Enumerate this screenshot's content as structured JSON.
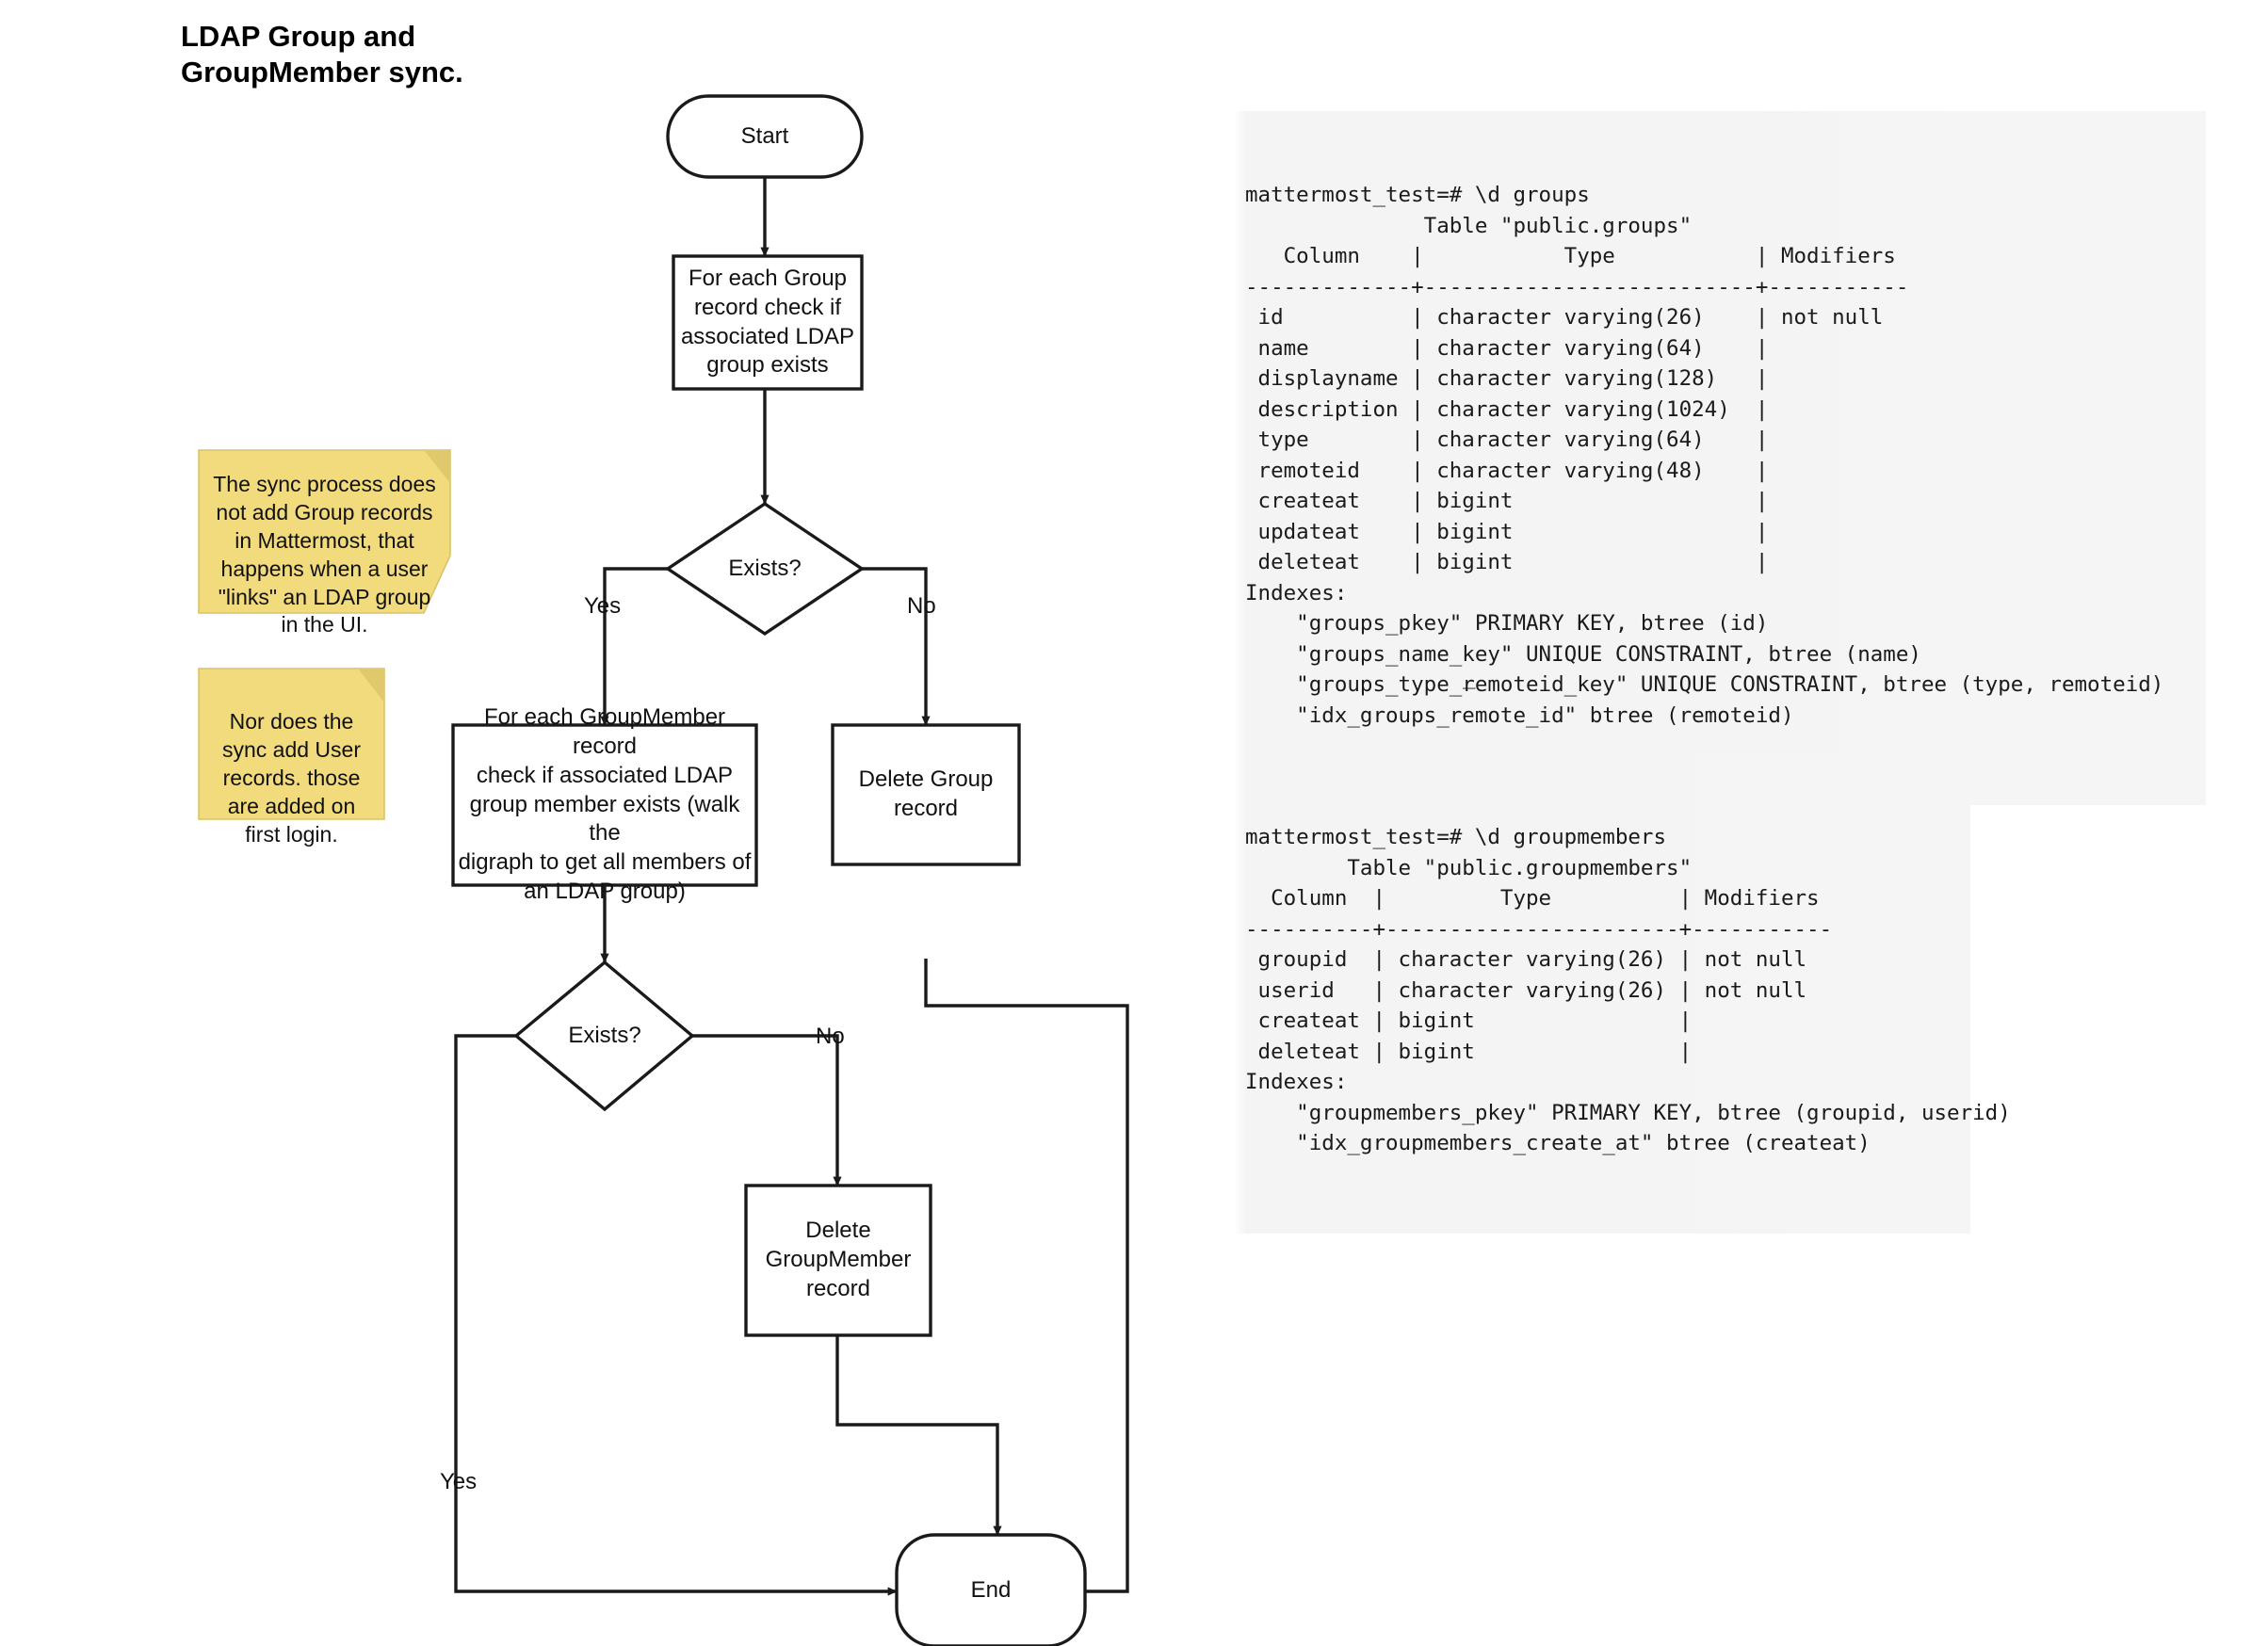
{
  "title": "LDAP Group and\nGroupMember sync.",
  "flowchart": {
    "nodes": {
      "start": "Start",
      "check_group": "For each Group\nrecord check if\nassociated LDAP\ngroup exists",
      "decision1": "Exists?",
      "check_groupmember": "For each GroupMember record\ncheck if associated LDAP\ngroup member exists (walk the\ndigraph to get all members of\nan LDAP group)",
      "delete_group": "Delete Group\nrecord",
      "decision2": "Exists?",
      "delete_groupmember": "Delete\nGroupMember\nrecord",
      "end": "End"
    },
    "edge_labels": {
      "d1_yes": "Yes",
      "d1_no": "No",
      "d2_no": "No",
      "d2_yes": "Yes"
    }
  },
  "notes": [
    {
      "id": "note-sync-group",
      "text": "The sync process does not add Group records in Mattermost, that happens when a user \"links\" an LDAP group in the UI.",
      "color": "#f2db7c"
    },
    {
      "id": "note-sync-user",
      "text": "Nor does the sync add User records. those are added on first login.",
      "color": "#f2db7c"
    }
  ],
  "terminals": [
    {
      "id": "psql-groups",
      "prompt": "mattermost_test=# \\d groups",
      "lines": [
        "mattermost_test=# \\d groups",
        "              Table \"public.groups\"",
        "   Column    |           Type           | Modifiers",
        "-------------+--------------------------+-----------",
        " id          | character varying(26)    | not null",
        " name        | character varying(64)    |",
        " displayname | character varying(128)   |",
        " description | character varying(1024)  |",
        " type        | character varying(64)    |",
        " remoteid    | character varying(48)    |",
        " createat    | bigint                   |",
        " updateat    | bigint                   |",
        " deleteat    | bigint                   |",
        "Indexes:",
        "    \"groups_pkey\" PRIMARY KEY, btree (id)",
        "    \"groups_name_key\" UNIQUE CONSTRAINT, btree (name)",
        "    \"groups_type_remoteid_key\" UNIQUE CONSTRAINT, btree (type, remoteid)",
        "    \"idx_groups_remote_id\" btree (remoteid)"
      ],
      "cursor": "_"
    },
    {
      "id": "psql-groupmembers",
      "prompt": "mattermost_test=# \\d groupmembers",
      "lines": [
        "mattermost_test=# \\d groupmembers",
        "        Table \"public.groupmembers\"",
        "  Column  |         Type          | Modifiers",
        "----------+-----------------------+-----------",
        " groupid  | character varying(26) | not null",
        " userid   | character varying(26) | not null",
        " createat | bigint                |",
        " deleteat | bigint                |",
        "Indexes:",
        "    \"groupmembers_pkey\" PRIMARY KEY, btree (groupid, userid)",
        "    \"idx_groupmembers_create_at\" btree (createat)"
      ],
      "cursor": ""
    }
  ],
  "colors": {
    "stroke": "#1a1a1a",
    "node_fill": "#ffffff",
    "sticky": "#f2db7c",
    "sticky_fold": "#ddc568",
    "background": "#ffffff"
  }
}
